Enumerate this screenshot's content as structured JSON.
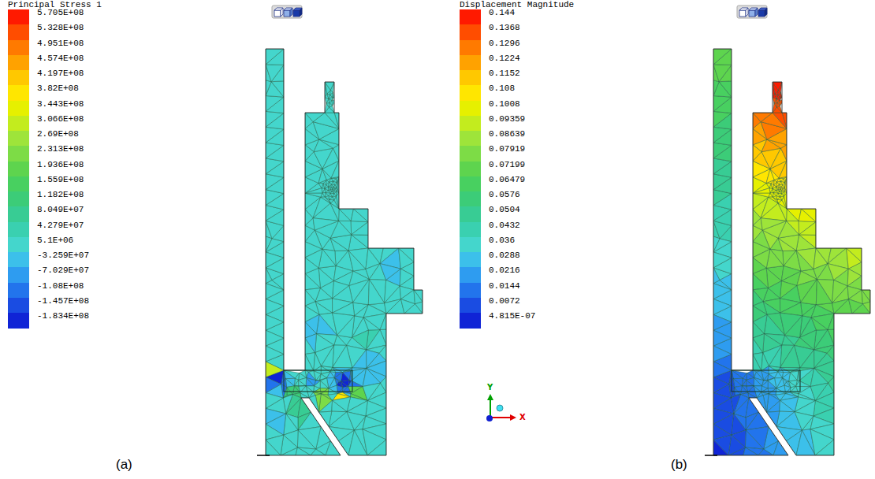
{
  "diagram": {
    "labels": [
      "Principal Stress 1",
      "Displacement Magnitude",
      "Y",
      "X",
      "(a)",
      "(b)"
    ],
    "legend": [
      {
        "text": "5.705E+08",
        "color": "#ff1a00"
      },
      {
        "text": "5.328E+08",
        "color": "#ff4d00"
      },
      {
        "text": "4.951E+08",
        "color": "#ff7a00"
      },
      {
        "text": "4.574E+08",
        "color": "#ffa200"
      },
      {
        "text": "4.197E+08",
        "color": "#ffc800"
      },
      {
        "text": "3.82E+08",
        "color": "#ffe600"
      },
      {
        "text": "3.443E+08",
        "color": "#e6f000"
      },
      {
        "text": "3.066E+08",
        "color": "#c3ec1e"
      },
      {
        "text": "2.69E+08",
        "color": "#9ee43a"
      },
      {
        "text": "2.313E+08",
        "color": "#7ddc46"
      },
      {
        "text": "1.936E+08",
        "color": "#5ed44e"
      },
      {
        "text": "1.559E+08",
        "color": "#48d060"
      },
      {
        "text": "1.182E+08",
        "color": "#3ccc78"
      },
      {
        "text": "8.049E+07",
        "color": "#38cc94"
      },
      {
        "text": "4.279E+07",
        "color": "#3ad0b0"
      },
      {
        "text": "5.1E+06",
        "color": "#44d6cc"
      },
      {
        "text": "-3.259E+07",
        "color": "#3cc0ea"
      },
      {
        "text": "-7.029E+07",
        "color": "#2e9cf0"
      },
      {
        "text": "-1.08E+08",
        "color": "#2274ec"
      },
      {
        "text": "-1.457E+08",
        "color": "#1a4ce2"
      },
      {
        "text": "-1.834E+08",
        "color": "#1024d6"
      },
      {
        "text": "0.144",
        "color": "#ff1a00"
      },
      {
        "text": "0.1368",
        "color": "#ff4d00"
      },
      {
        "text": "0.1296",
        "color": "#ff7a00"
      },
      {
        "text": "0.1224",
        "color": "#ffa200"
      },
      {
        "text": "0.1152",
        "color": "#ffc800"
      },
      {
        "text": "0.108",
        "color": "#ffe600"
      },
      {
        "text": "0.1008",
        "color": "#e6f000"
      },
      {
        "text": "0.09359",
        "color": "#c3ec1e"
      },
      {
        "text": "0.08639",
        "color": "#9ee43a"
      },
      {
        "text": "0.07919",
        "color": "#7ddc46"
      },
      {
        "text": "0.07199",
        "color": "#5ed44e"
      },
      {
        "text": "0.06479",
        "color": "#48d060"
      },
      {
        "text": "0.0576",
        "color": "#3ccc78"
      },
      {
        "text": "0.0504",
        "color": "#38cc94"
      },
      {
        "text": "0.0432",
        "color": "#3ad0b0"
      },
      {
        "text": "0.036",
        "color": "#44d6cc"
      },
      {
        "text": "0.0288",
        "color": "#3cc0ea"
      },
      {
        "text": "0.0216",
        "color": "#2e9cf0"
      },
      {
        "text": "0.0144",
        "color": "#2274ec"
      },
      {
        "text": "0.0072",
        "color": "#1a4ce2"
      },
      {
        "text": "4.815E-07",
        "color": "#1024d6"
      }
    ]
  }
}
